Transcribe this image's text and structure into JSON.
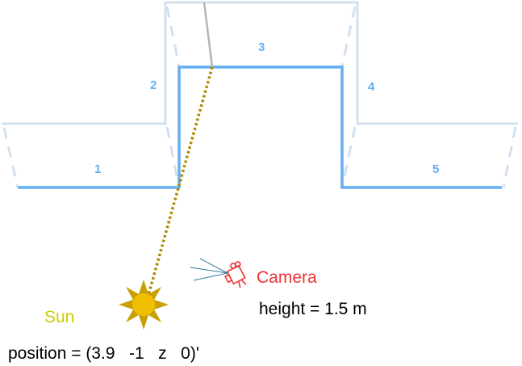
{
  "segments": [
    {
      "label": "1"
    },
    {
      "label": "2"
    },
    {
      "label": "3"
    },
    {
      "label": "4"
    },
    {
      "label": "5"
    }
  ],
  "camera": {
    "label": "Camera",
    "height_text": "height = 1.5 m"
  },
  "sun": {
    "label": "Sun",
    "position_text": "position = (3.9   -1   z   0)'"
  },
  "colors": {
    "profile": "#64afef",
    "profile_faint": "#d3e0f0",
    "camera": "#ee3333",
    "sun_label": "#cccc00",
    "sun_fill": "#f0c000",
    "sun_rays": "#c8a000",
    "sun_ray_path": "#b08800",
    "camera_view": "#2c7fa0",
    "reflected_ray": "#b4b4b4"
  }
}
